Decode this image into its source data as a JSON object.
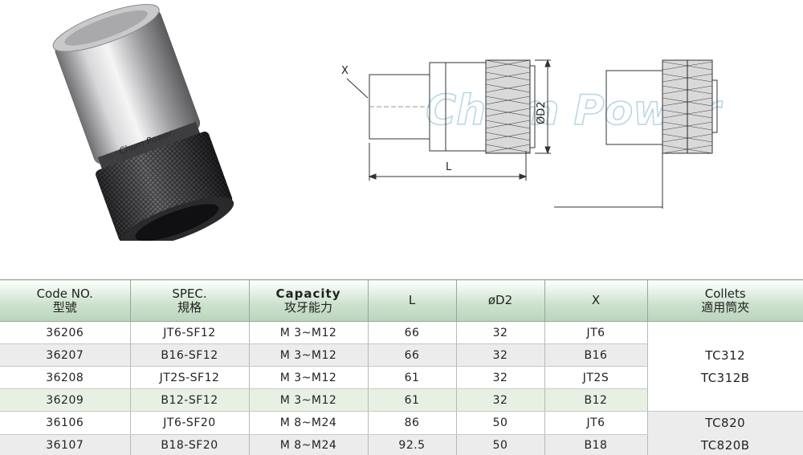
{
  "drawing": {
    "label_x": "X",
    "label_l": "L",
    "label_d2": "ØD2",
    "watermark": "Chum Power"
  },
  "table": {
    "headers": [
      {
        "en": "Code NO.",
        "zh": "型號"
      },
      {
        "en": "SPEC.",
        "zh": "規格"
      },
      {
        "en": "Capacity",
        "zh": "攻牙能力"
      },
      {
        "en": "L",
        "zh": ""
      },
      {
        "en": "øD2",
        "zh": ""
      },
      {
        "en": "X",
        "zh": ""
      },
      {
        "en": "Collets",
        "zh": "適用筒夾"
      }
    ],
    "rows": [
      {
        "code": "36206",
        "spec": "JT6-SF12",
        "capacity": "M 3~M12",
        "l": "66",
        "d2": "32",
        "x": "JT6"
      },
      {
        "code": "36207",
        "spec": "B16-SF12",
        "capacity": "M 3~M12",
        "l": "66",
        "d2": "32",
        "x": "B16"
      },
      {
        "code": "36208",
        "spec": "JT2S-SF12",
        "capacity": "M 3~M12",
        "l": "61",
        "d2": "32",
        "x": "JT2S"
      },
      {
        "code": "36209",
        "spec": "B12-SF12",
        "capacity": "M 3~M12",
        "l": "61",
        "d2": "32",
        "x": "B12"
      },
      {
        "code": "36106",
        "spec": "JT6-SF20",
        "capacity": "M 8~M24",
        "l": "86",
        "d2": "50",
        "x": "JT6"
      },
      {
        "code": "36107",
        "spec": "B18-SF20",
        "capacity": "M 8~M24",
        "l": "92.5",
        "d2": "50",
        "x": "B18"
      }
    ],
    "collet_groups": [
      {
        "line1": "TC312",
        "line2": "TC312B"
      },
      {
        "line1": "TC820",
        "line2": "TC820B"
      }
    ]
  }
}
